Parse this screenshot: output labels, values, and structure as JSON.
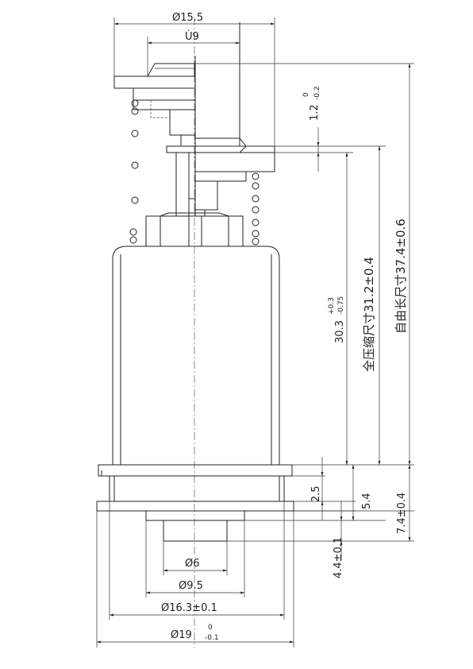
{
  "dimensions": {
    "top_flange_dia": "Ø15.5",
    "top_cap_dia": "Ù9",
    "cap_thickness": {
      "nominal": "1.2",
      "upper": "0",
      "lower": "-0.2"
    },
    "stroke_dim": {
      "nominal": "30.3",
      "upper": "+0.3",
      "lower": "-0.75"
    },
    "compressed_length": "全压缩尺寸31.2±0.4",
    "free_length": "自由长尺寸37.4±0.6",
    "base_step": "2.5",
    "base_height": "5.4",
    "base_total": "7.4±0.4",
    "stud_height": "4.4±0.1",
    "stud_dia": "Ø6",
    "stud_outer_dia": "Ø9.5",
    "base_body_dia": "Ø16.3±0.1",
    "base_flange_dia": {
      "nominal": "Ø19",
      "upper": "0",
      "lower": "-0.1"
    }
  },
  "colors": {
    "line": "#222222",
    "background": "#ffffff"
  }
}
